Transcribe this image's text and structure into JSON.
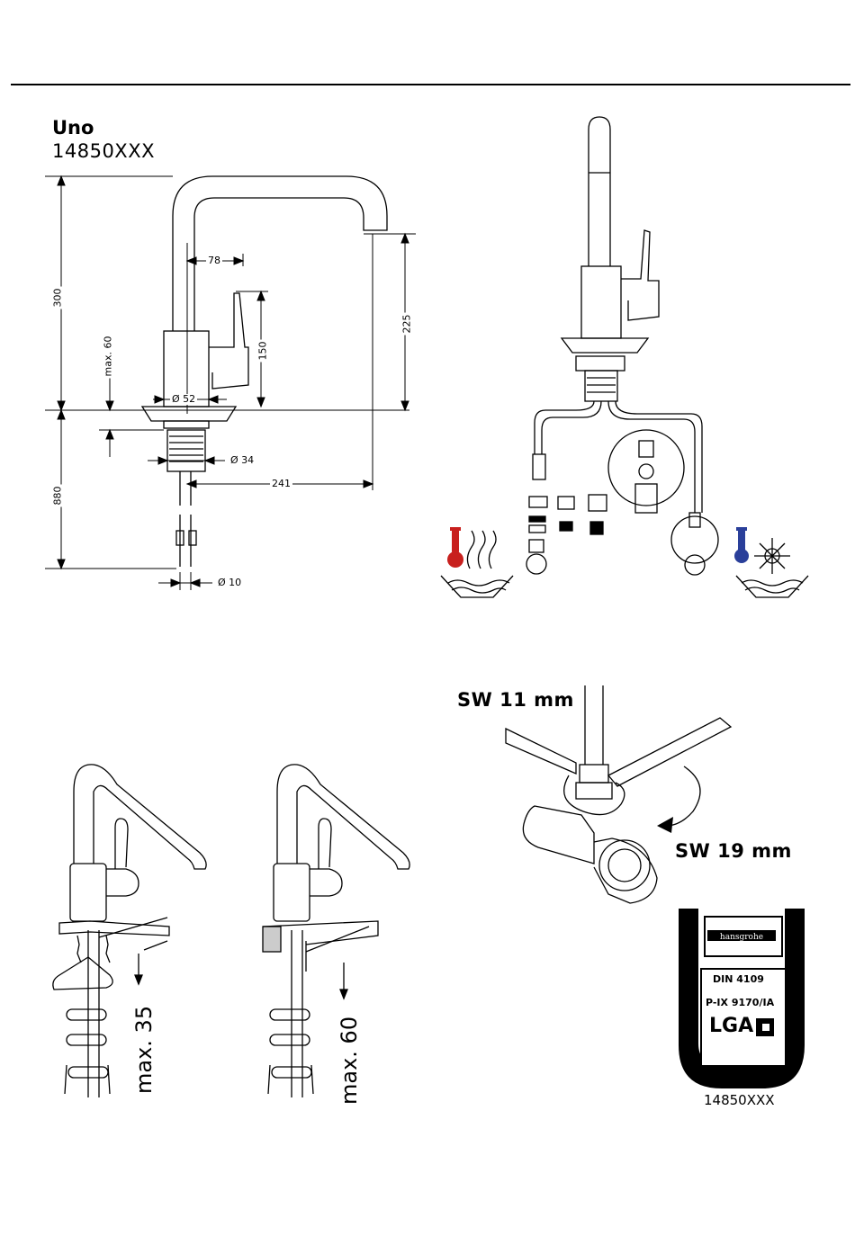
{
  "product": {
    "name": "Uno",
    "code": "14850XXX"
  },
  "dimensions": {
    "height_300": "300",
    "height_880": "880",
    "max_60": "max. 60",
    "width_78": "78",
    "height_150": "150",
    "height_225": "225",
    "dia_52": "Ø 52",
    "dia_34": "Ø 34",
    "reach_241": "241",
    "dia_10": "Ø 10"
  },
  "installation": {
    "max_35": "max. 35",
    "max_60": "max. 60"
  },
  "wrench": {
    "sw11": "SW 11 mm",
    "sw19": "SW 19 mm"
  },
  "certificate": {
    "brand": "hansgrohe",
    "din": "DIN 4109",
    "pix": "P-IX 9170/IA",
    "logo": "LGA",
    "code": "14850XXX"
  },
  "colors": {
    "hot": "#c8201e",
    "cold": "#2a3f9a"
  },
  "icons": [
    "hot-water-icon",
    "cold-water-icon",
    "snowflake-icon",
    "wrench-icon",
    "rotate-arrow-icon"
  ]
}
